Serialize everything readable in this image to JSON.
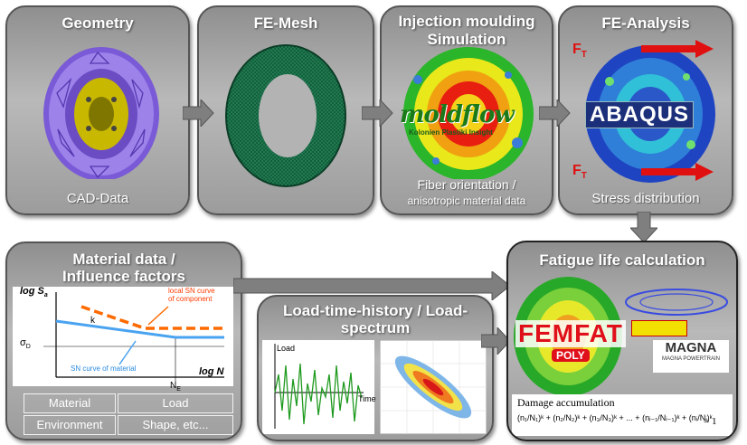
{
  "top": [
    {
      "title": "Geometry",
      "caption": "CAD-Data"
    },
    {
      "title": "FE-Mesh"
    },
    {
      "title_line1": "Injection moulding",
      "title_line2": "Simulation",
      "caption_line1": "Fiber orientation /",
      "caption_line2": "anisotropic material data",
      "logo": "moldflow",
      "logo_sub": "Kolonien Plastiki Insight"
    },
    {
      "title": "FE-Analysis",
      "caption": "Stress distribution",
      "logo": "ABAQUS",
      "force_label": "F",
      "force_sub": "T"
    }
  ],
  "material": {
    "title_line1": "Material data /",
    "title_line2": "Influence factors",
    "y_axis": "log S",
    "y_sub": "a",
    "x_axis": "log N",
    "sigma_label": "σ",
    "sigma_sub": "D",
    "ne_label": "N",
    "ne_sub": "E",
    "k_label": "k",
    "local_curve_line1": "local SN curve",
    "local_curve_line2": "of component",
    "material_curve_line1": "SN curve of material",
    "cells": [
      "Material",
      "Load",
      "Environment",
      "Shape, etc..."
    ]
  },
  "load": {
    "title_line1": "Load-time-history / Load-",
    "title_line2": "spectrum",
    "y_axis": "Load",
    "x_axis": "Time"
  },
  "fatigue": {
    "title": "Fatigue life calculation",
    "femfat": "FEMFAT",
    "poly": "POLY",
    "magna": "MAGNA",
    "magna_sub": "MAGNA POWERTRAIN",
    "damage": "Damage accumulation",
    "equals": "= 1"
  },
  "colors": {
    "panel": "#a6a6a6",
    "arrow": "#7f7f7f",
    "orange_curve": "#ff6a00",
    "blue_curve": "#4aa3f0",
    "femfat_red": "#e0101a"
  }
}
